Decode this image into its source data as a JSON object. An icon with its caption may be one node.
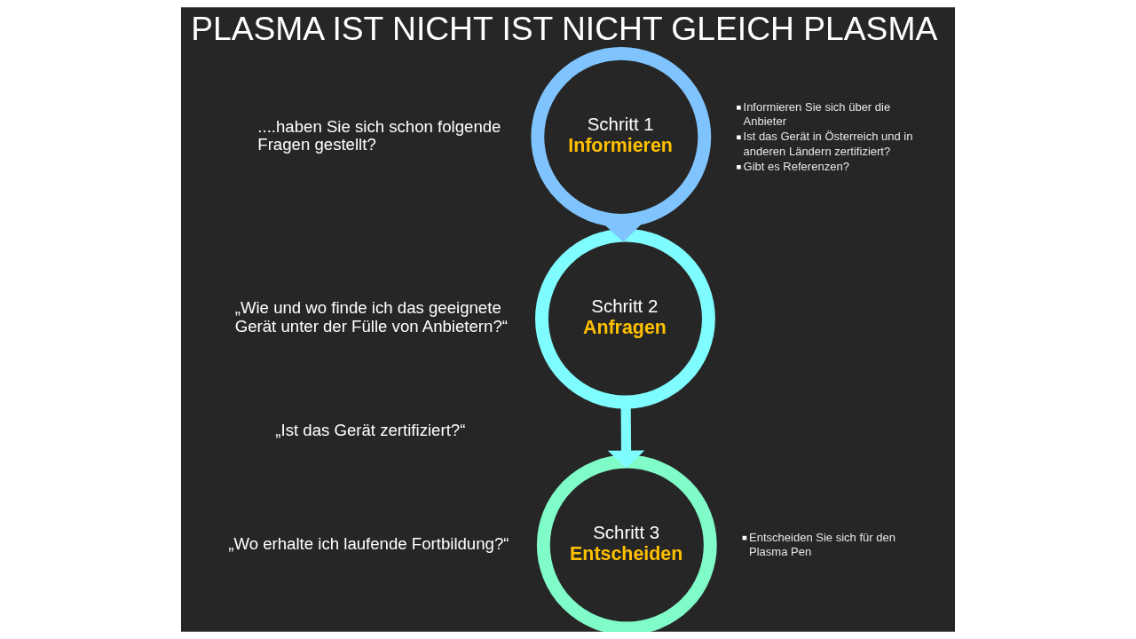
{
  "diagram": {
    "title": "PLASMA IST NICHT IST NICHT GLEICH PLASMA",
    "nodes": [
      {
        "text": [
          "Schritt 1",
          "Informieren"
        ],
        "beside": [
          "Informieren Sie sich über die Anbieter",
          "Ist das Gerät in Österreich und in anderen Ländern zertifiziert?",
          "Gibt es Referenzen?"
        ]
      },
      {
        "text": [
          "Schritt 2",
          "Anfragen"
        ]
      },
      {
        "text": [
          "Schritt 3",
          "Entscheiden"
        ],
        "beside": [
          "Entscheiden Sie sich für den Plasma Pen"
        ]
      }
    ],
    "edges": [
      {
        "from": 0,
        "to": 1,
        "arrow": "to",
        "color": "#80c4ff"
      },
      {
        "from": 1,
        "to": 2,
        "arrow": "to",
        "color": "#7ffcff"
      }
    ],
    "labels": [
      "....haben Sie sich schon folgende Fragen gestellt?",
      "„Wie und wo finde ich das geeignete Gerät unter der Fülle von Anbietern?“",
      "„Ist das Gerät zertifiziert?“",
      "„Wo erhalte ich laufende Fortbildung?“"
    ]
  }
}
